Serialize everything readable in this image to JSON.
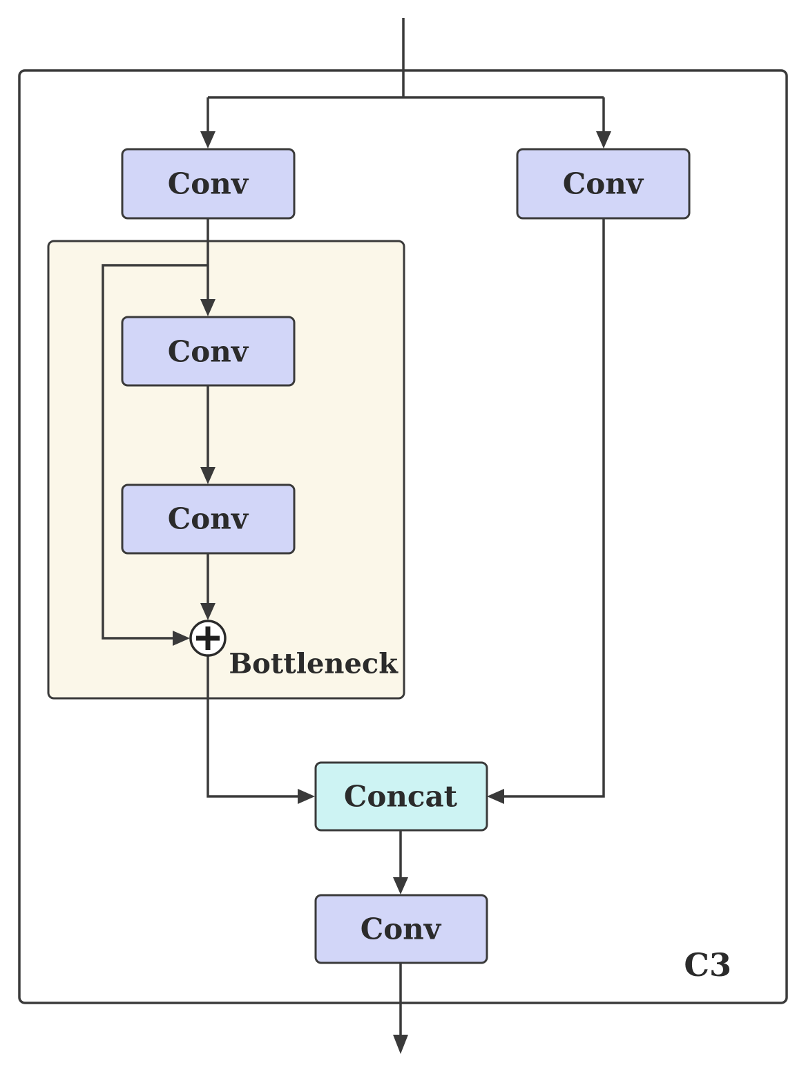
{
  "colors": {
    "conv_fill": "#d2d6f8",
    "concat_fill": "#cdf3f3",
    "bottleneck_fill": "#fbf7e9",
    "stroke": "#3a3a3a",
    "outer_fill": "#ffffff"
  },
  "containers": {
    "outer": {
      "label": "C3"
    },
    "bottleneck": {
      "label": "Bottleneck"
    }
  },
  "nodes": {
    "conv_top_left": {
      "label": "Conv"
    },
    "conv_top_right": {
      "label": "Conv"
    },
    "conv_bottleneck_1": {
      "label": "Conv"
    },
    "conv_bottleneck_2": {
      "label": "Conv"
    },
    "concat": {
      "label": "Concat"
    },
    "conv_output": {
      "label": "Conv"
    }
  },
  "operators": {
    "add": {
      "symbol": "plus-circle-icon"
    }
  }
}
